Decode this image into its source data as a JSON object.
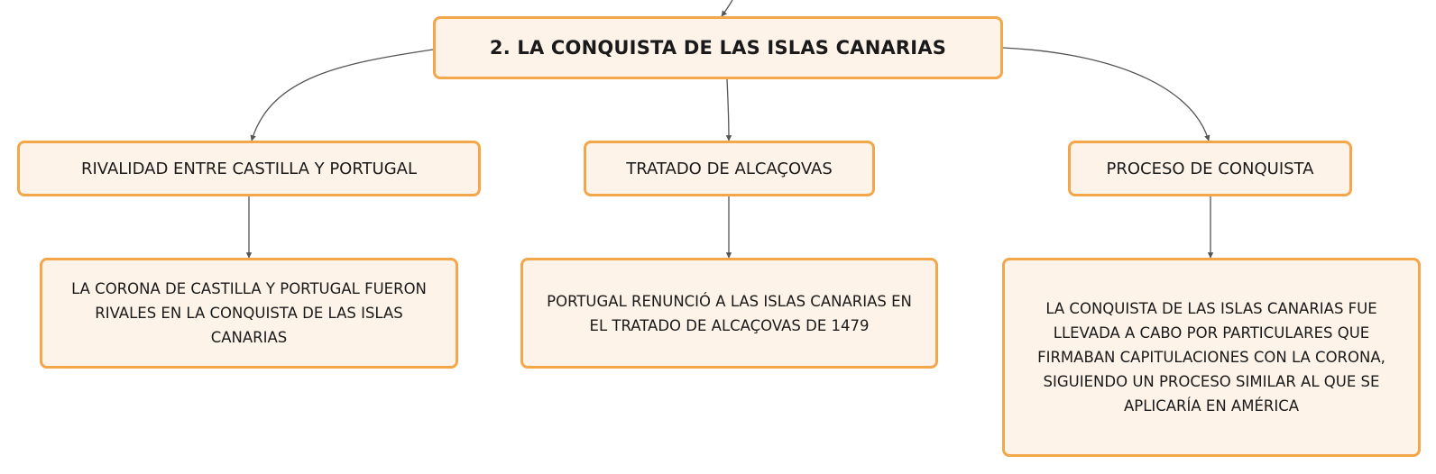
{
  "map": {
    "root": {
      "title": "2. LA CONQUISTA DE LAS ISLAS CANARIAS"
    },
    "branches": [
      {
        "title": "RIVALIDAD ENTRE CASTILLA Y PORTUGAL",
        "detail": "LA CORONA DE CASTILLA Y PORTUGAL FUERON\nRIVALES EN LA CONQUISTA DE LAS ISLAS\nCANARIAS"
      },
      {
        "title": "TRATADO DE ALCAÇOVAS",
        "detail": "PORTUGAL RENUNCIÓ A LAS ISLAS CANARIAS EN\nEL TRATADO DE ALCAÇOVAS DE 1479"
      },
      {
        "title": "PROCESO DE CONQUISTA",
        "detail": "LA CONQUISTA DE LAS ISLAS CANARIAS FUE\nLLEVADA A CABO POR PARTICULARES QUE\nFIRMABAN CAPITULACIONES CON LA CORONA,\nSIGUIENDO UN PROCESO SIMILAR AL QUE SE\nAPLICARÍA EN AMÉRICA"
      }
    ]
  },
  "colors": {
    "node_fill": "#fdf3e9",
    "node_border": "#f3a64a",
    "connector": "#555555"
  }
}
